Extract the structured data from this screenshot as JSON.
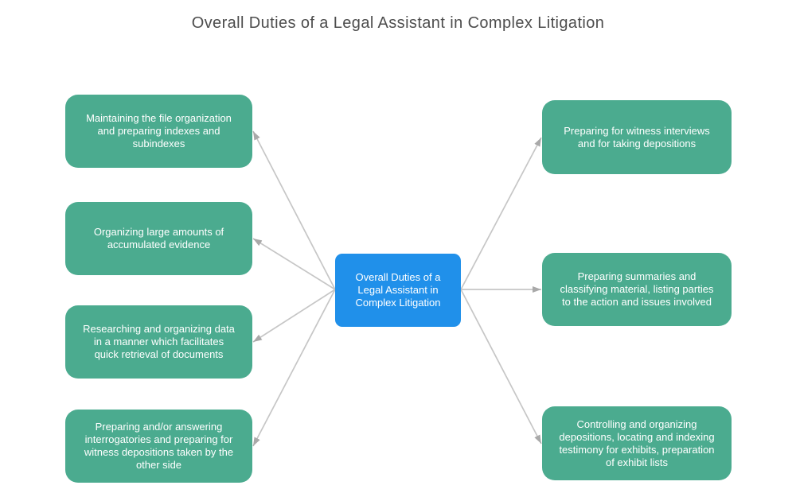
{
  "title": "Overall Duties of a Legal Assistant in Complex Litigation",
  "colors": {
    "background": "#ffffff",
    "title_text": "#4d4d4d",
    "center_node_fill": "#2090ea",
    "branch_node_fill": "#4bab8f",
    "node_text": "#ffffff",
    "connector_line": "#c6c6c6",
    "connector_arrowhead": "#a9a9a9"
  },
  "diagram": {
    "type": "mind-map",
    "center_node": {
      "id": "central-topic",
      "label": "Overall Duties of a\nLegal Assistant in\nComplex Litigation"
    },
    "left_nodes": [
      {
        "id": "file-organization",
        "label": "Maintaining the file organization\nand preparing indexes and\nsubindexes"
      },
      {
        "id": "evidence-organization",
        "label": "Organizing large amounts of\naccumulated evidence"
      },
      {
        "id": "data-research",
        "label": "Researching and organizing data\nin a manner which facilitates\nquick retrieval of documents"
      },
      {
        "id": "interrogatories",
        "label": "Preparing and/or answering\ninterrogatories and preparing for\nwitness depositions taken by the\nother side"
      }
    ],
    "right_nodes": [
      {
        "id": "witness-interviews",
        "label": "Preparing for witness interviews\nand for taking depositions"
      },
      {
        "id": "summaries-classification",
        "label": "Preparing summaries and\nclassifying material, listing parties\nto the action and issues involved"
      },
      {
        "id": "depositions-control",
        "label": "Controlling and organizing\ndepositions, locating and indexing\ntestimony for exhibits, preparation\nof exhibit lists"
      }
    ],
    "edges": [
      {
        "from": "central-topic",
        "to": "file-organization"
      },
      {
        "from": "central-topic",
        "to": "evidence-organization"
      },
      {
        "from": "central-topic",
        "to": "data-research"
      },
      {
        "from": "central-topic",
        "to": "interrogatories"
      },
      {
        "from": "central-topic",
        "to": "witness-interviews"
      },
      {
        "from": "central-topic",
        "to": "summaries-classification"
      },
      {
        "from": "central-topic",
        "to": "depositions-control"
      }
    ]
  }
}
